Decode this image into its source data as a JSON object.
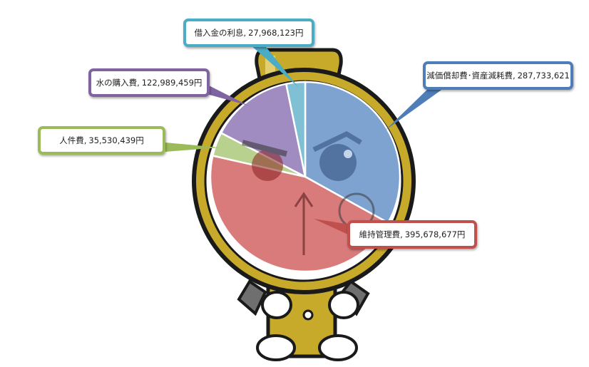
{
  "chart_data": {
    "type": "pie",
    "unit_suffix": "円",
    "slices": [
      {
        "label": "減価償却費･資産減耗費",
        "value": 287733621,
        "value_text": "287,733,621",
        "suffix": "",
        "color": "#7fa3d0",
        "border": "#4f7db8"
      },
      {
        "label": "維持管理費",
        "value": 395678677,
        "value_text": "395,678,677",
        "suffix": "円",
        "color": "#d97b7b",
        "border": "#c0504d"
      },
      {
        "label": "人件費",
        "value": 35530439,
        "value_text": "35,530,439",
        "suffix": "円",
        "color": "#b9d18f",
        "border": "#9bbb59"
      },
      {
        "label": "水の購入費",
        "value": 122989459,
        "value_text": "122,989,459",
        "suffix": "円",
        "color": "#a08cc0",
        "border": "#8064a2"
      },
      {
        "label": "借入金の利息",
        "value": 27968123,
        "value_text": "27,968,123",
        "suffix": "円",
        "color": "#7fc0d4",
        "border": "#4bacc6"
      }
    ]
  },
  "colors": {
    "mascot_gold": "#c8aa2a",
    "mascot_outline": "#1a1a1a",
    "mascot_gray": "#6f6f6f",
    "mascot_eye": "#2e4d7a",
    "mascot_cheek": "#8a2020"
  }
}
